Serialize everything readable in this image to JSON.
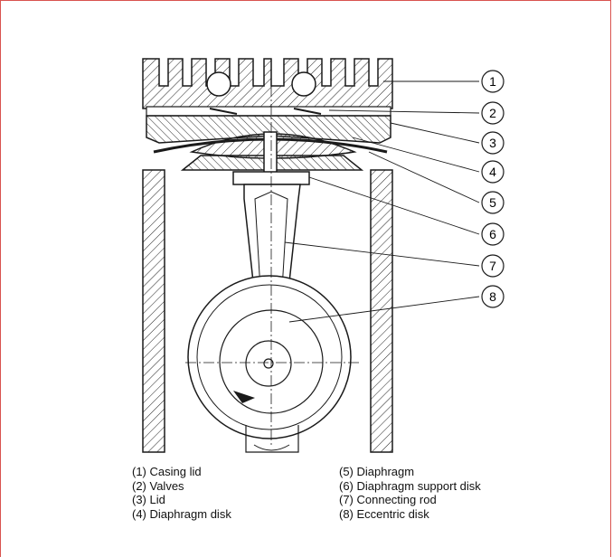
{
  "callouts": [
    "1",
    "2",
    "3",
    "4",
    "5",
    "6",
    "7",
    "8"
  ],
  "legend": {
    "left": [
      "(1)  Casing lid",
      "(2)  Valves",
      "(3)  Lid",
      "(4)  Diaphragm disk"
    ],
    "right": [
      "(5)  Diaphragm",
      "(6)  Diaphragm support disk",
      "(7)  Connecting rod",
      "(8)  Eccentric disk"
    ]
  },
  "colors": {
    "border": "#d9534f",
    "ink": "#1a1a1a"
  }
}
